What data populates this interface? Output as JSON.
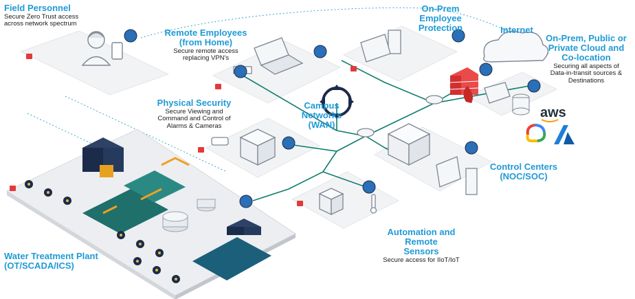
{
  "colors": {
    "accent_blue": "#1f9ad6",
    "network_line": "#0f7d6e",
    "dark_navy": "#1b2b4a",
    "lock_red": "#e23a3a",
    "platform_grey": "#f1f2f4"
  },
  "nodes": {
    "field_personnel": {
      "title": "Field Personnel",
      "desc": "Secure Zero Trust access across network spectrum"
    },
    "remote_employees": {
      "title": "Remote Employees (from Home)",
      "desc": "Secure remote access replacing VPN's"
    },
    "on_prem_employee": {
      "title": "On-Prem Employee Protection"
    },
    "internet": {
      "title": "Internet"
    },
    "cloud": {
      "title": "On-Prem, Public or Private Cloud and Co-location",
      "desc": "Securing all aspects of Data-in-transit sources & Destinations"
    },
    "physical_security": {
      "title": "Physical Security",
      "desc": "Secure Viewing and Command and Control of Alarms & Cameras"
    },
    "campus_networks": {
      "title": "Campus Networks (WAN)"
    },
    "control_centers": {
      "title": "Control Centers (NOC/SOC)"
    },
    "automation": {
      "title": "Automation and Remote Sensors",
      "desc": "Secure access for IIoT/IoT"
    },
    "water_plant": {
      "title": "Water Treatment Plant (OT/SCADA/ICS)"
    }
  },
  "brands": {
    "aws": "aws"
  },
  "icons": [
    "user-icon",
    "laptop-icon",
    "router-icon",
    "firewall-icon",
    "cloud-icon",
    "server-icon",
    "camera-icon",
    "lock-icon",
    "thermometer-icon",
    "google-cloud-icon",
    "azure-icon"
  ]
}
